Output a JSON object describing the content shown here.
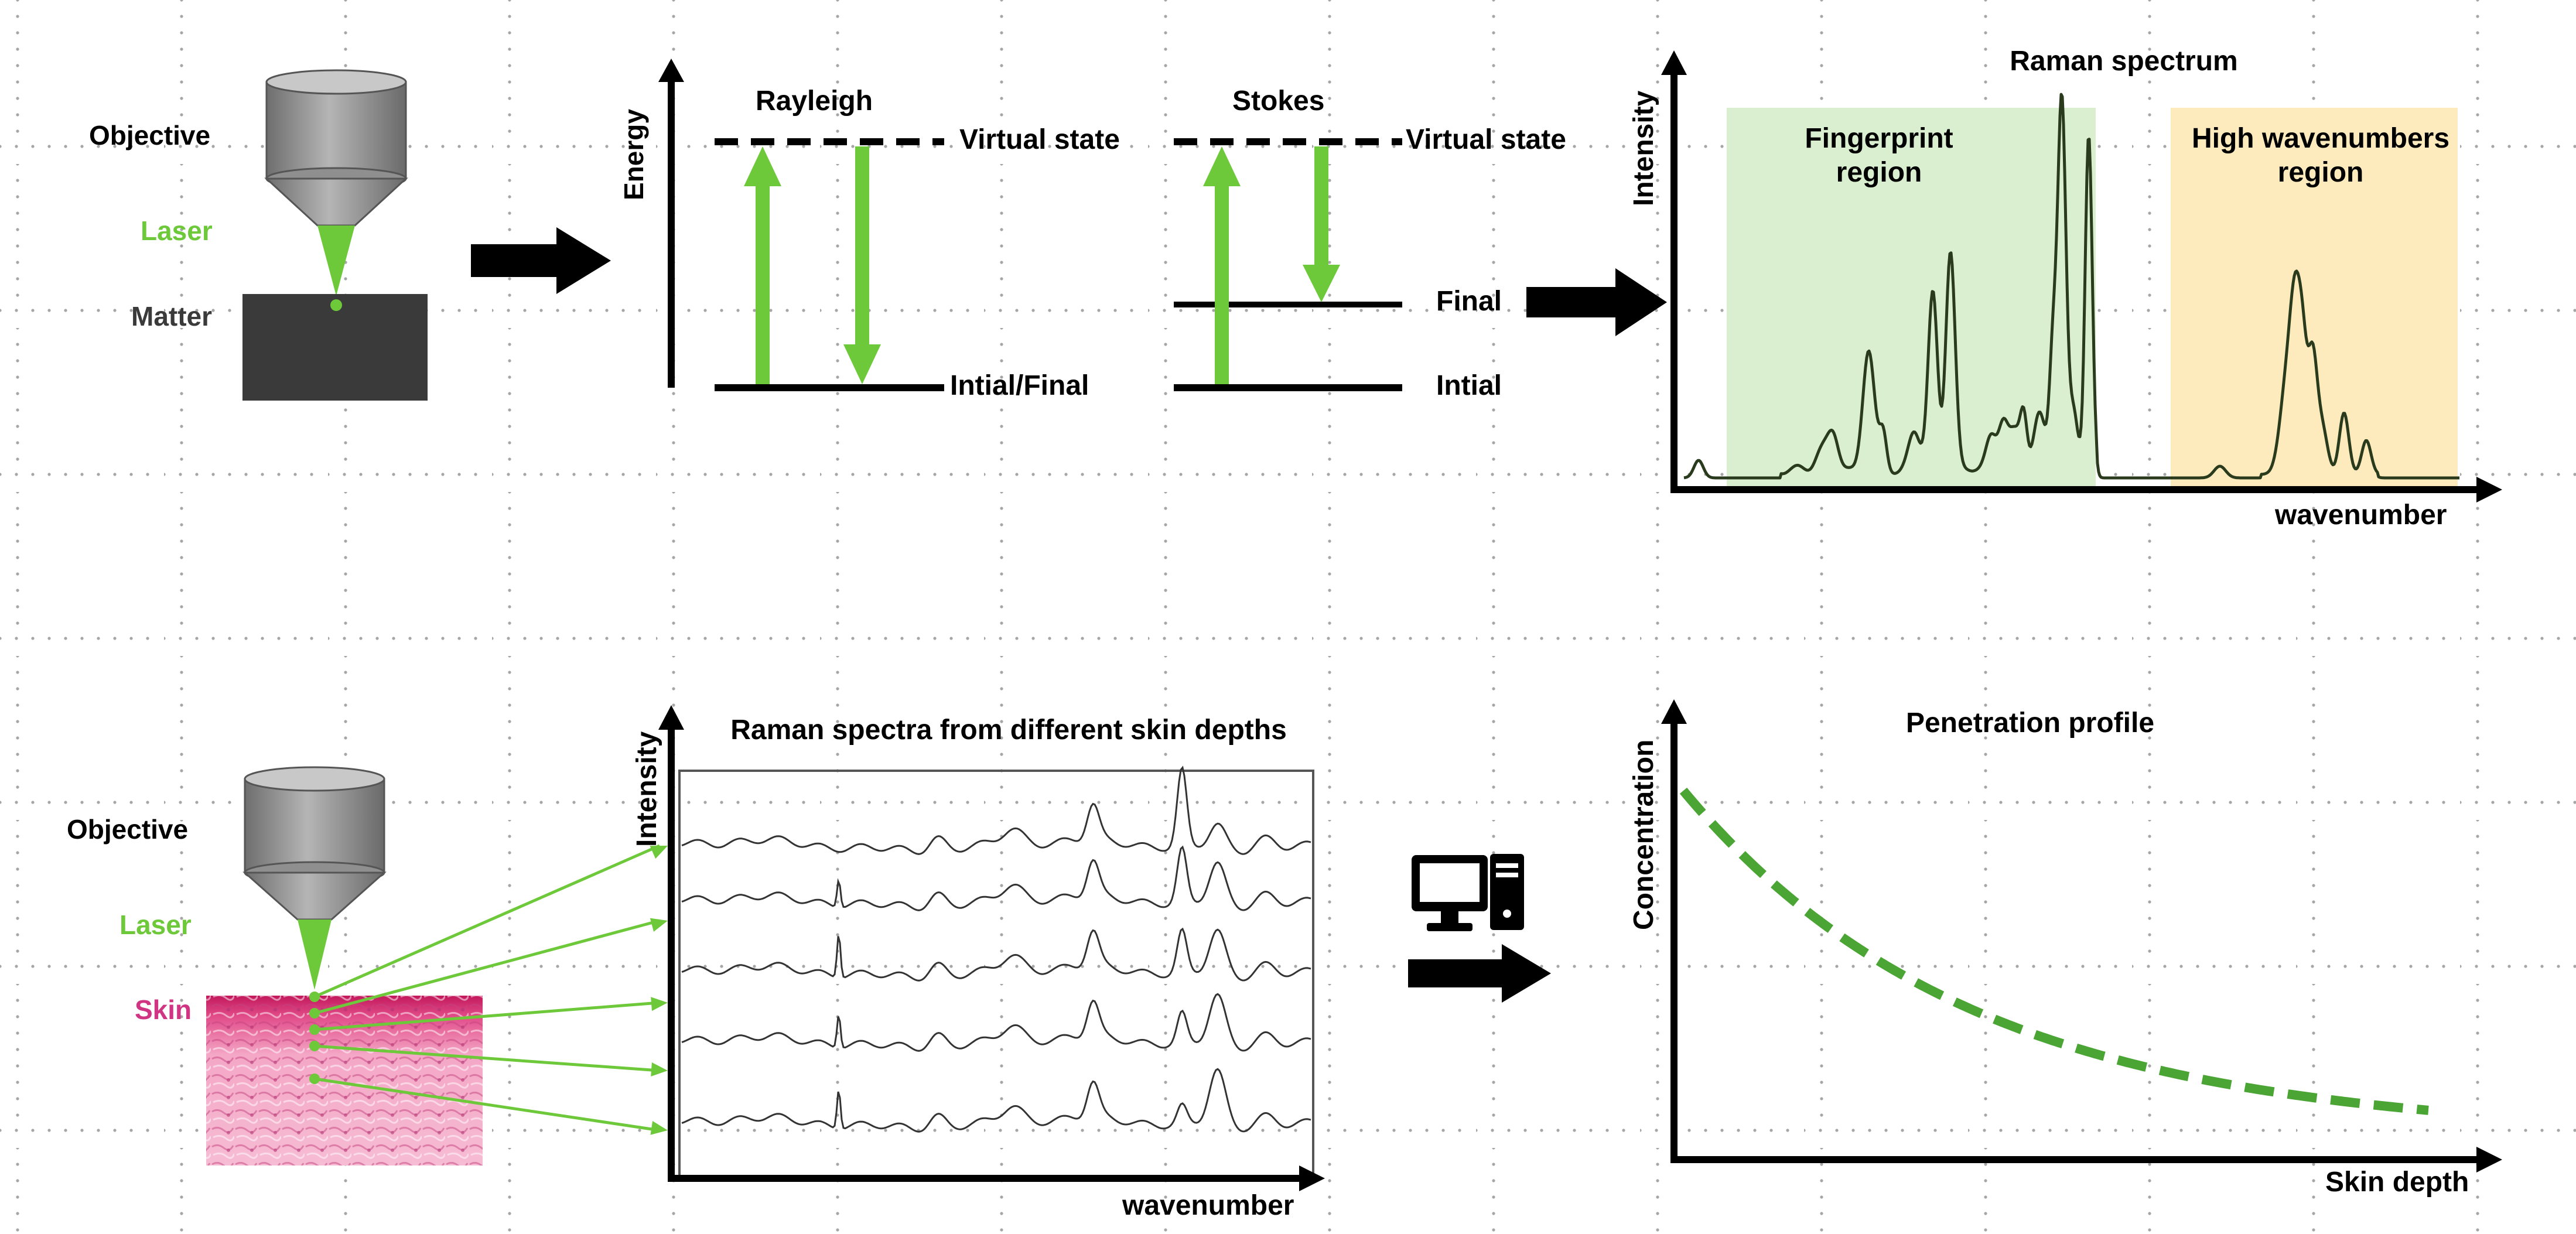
{
  "colors": {
    "green": "#6dc93a",
    "green_dark": "#4aa534",
    "pink": "#d03583",
    "black": "#000000",
    "fingerprint_bg": "#d9efcf",
    "highwn_bg": "#fdebbd",
    "matter": "#3a3a3a",
    "objective_gray": "#8a8a8a"
  },
  "top_left": {
    "objective": "Objective",
    "laser": "Laser",
    "matter": "Matter"
  },
  "energy_diagram": {
    "axis_label": "Energy",
    "rayleigh": {
      "title": "Rayleigh",
      "virtual": "Virtual state",
      "ground": "Intial/Final"
    },
    "stokes": {
      "title": "Stokes",
      "virtual": "Virtual state",
      "final": "Final",
      "initial": "Intial"
    }
  },
  "raman_spectrum": {
    "title": "Raman spectrum",
    "ylabel": "Intensity",
    "xlabel": "wavenumber",
    "fingerprint_line1": "Fingerprint",
    "fingerprint_line2": "region",
    "highwn_line1": "High wavenumbers",
    "highwn_line2": "region"
  },
  "bottom_left": {
    "objective": "Objective",
    "laser": "Laser",
    "skin": "Skin"
  },
  "depth_spectra": {
    "title": "Raman spectra from different skin depths",
    "ylabel": "Intensity",
    "xlabel": "wavenumber"
  },
  "computer": {
    "icon": "computer-icon"
  },
  "penetration": {
    "title": "Penetration profile",
    "ylabel": "Concentration",
    "xlabel": "Skin depth"
  }
}
